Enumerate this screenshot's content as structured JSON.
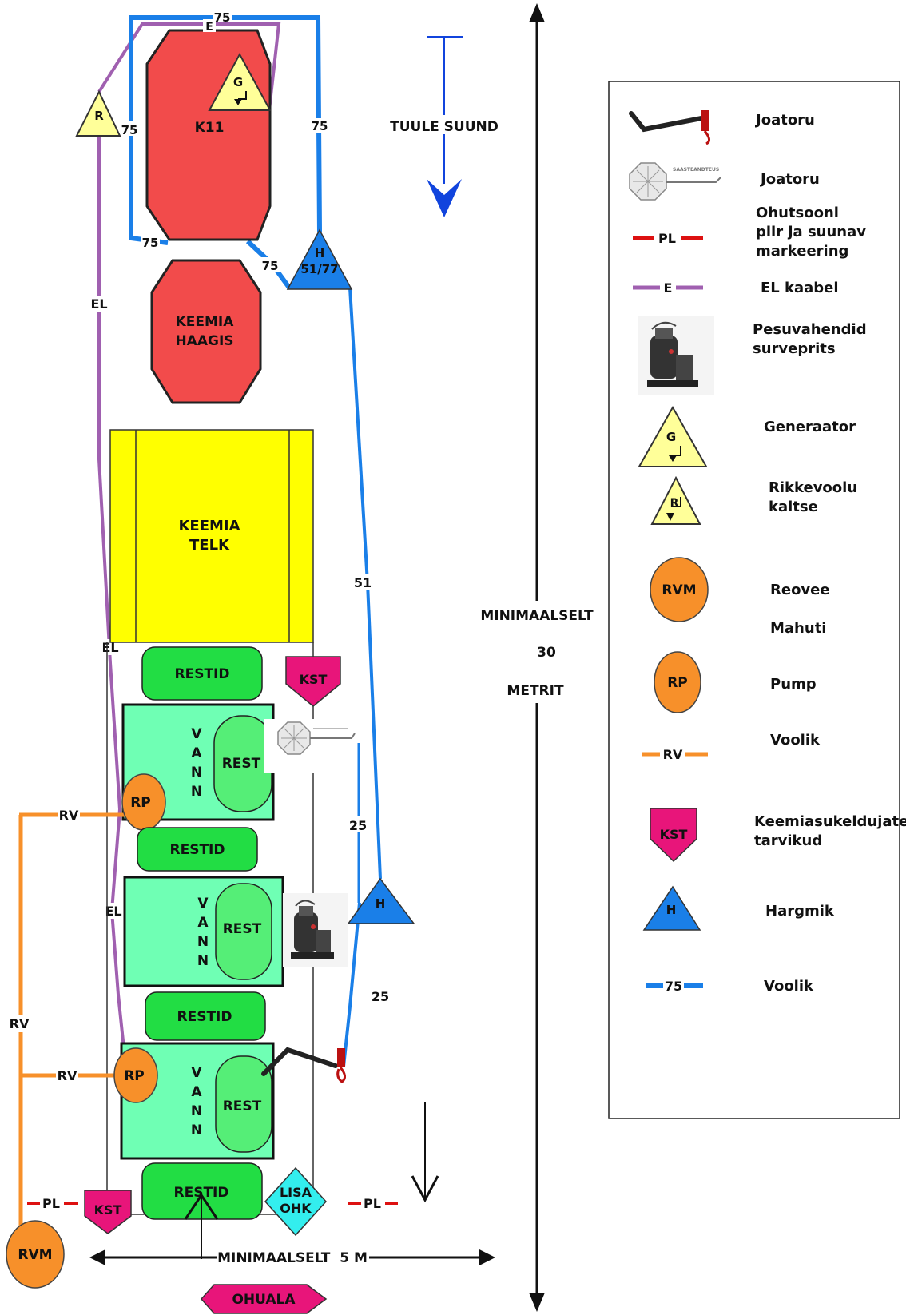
{
  "colors": {
    "tent_red": "#f24b4b",
    "tent_yellow": "#ffff00",
    "green": "#22dd44",
    "light_green": "#6fffb4",
    "rest_green": "#55ee77",
    "blue": "#1a7fe8",
    "purple": "#a060b0",
    "orange": "#f7902a",
    "magenta": "#e8157a",
    "cyan": "#33eeee",
    "arrow_blue": "#1144dd",
    "pl_red": "#dd1111"
  },
  "plan": {
    "k11": "K11",
    "keemia_haagis": [
      "KEEMIA",
      "HAAGIS"
    ],
    "keemia_telk": [
      "KEEMIA",
      "TELK"
    ],
    "tuule_suund": "TUULE SUUND",
    "minimaalselt_30": [
      "MINIMAALSELT",
      "30",
      "METRIT"
    ],
    "minimaalselt_5m": "MINIMAALSELT  5 M",
    "ohuala": "OHUALA",
    "restid": "RESTID",
    "rest": "REST",
    "vann": [
      "V",
      "A",
      "N",
      "N"
    ],
    "kst": "KST",
    "lisa_ohk": [
      "LISA",
      "OHK"
    ],
    "rp": "RP",
    "rvm": "RVM",
    "rv": "RV",
    "pl": "PL",
    "el": "EL",
    "e": "E",
    "g": "G",
    "r": "R",
    "h": "H",
    "h_51_77": [
      "H",
      "51/77"
    ],
    "hose_75": "75",
    "hose_51": "51",
    "hose_25": "25"
  },
  "legend": {
    "items": [
      {
        "icon": "spray-gun-icon",
        "label": [
          "Joatoru"
        ]
      },
      {
        "icon": "lance-icon",
        "label": [
          "Joatoru"
        ],
        "icon_text": "SAASTEANDTEUS"
      },
      {
        "icon": "pl-line-icon",
        "label": [
          "Ohutsooni",
          "piir ja suunav",
          "markeering"
        ],
        "icon_text": "PL"
      },
      {
        "icon": "el-cable-icon",
        "label": [
          "EL kaabel"
        ],
        "icon_text": "E"
      },
      {
        "icon": "pressure-washer-icon",
        "label": [
          "Pesuvahendid",
          "surveprits"
        ]
      },
      {
        "icon": "generator-icon",
        "label": [
          "Generaator"
        ],
        "icon_text": "G"
      },
      {
        "icon": "rcd-icon",
        "label": [
          "Rikkevoolu",
          "kaitse"
        ],
        "icon_text": "R"
      },
      {
        "icon": "rvm-icon",
        "label": [
          "Reovee",
          "Mahuti"
        ],
        "icon_text": "RVM"
      },
      {
        "icon": "rp-icon",
        "label": [
          "Pump"
        ],
        "icon_text": "RP"
      },
      {
        "icon": "rv-hose-icon",
        "label": [
          "Voolik"
        ],
        "icon_text": "RV"
      },
      {
        "icon": "kst-icon",
        "label": [
          "Keemiasukeldujate",
          "tarvikud"
        ],
        "icon_text": "KST"
      },
      {
        "icon": "hargmik-icon",
        "label": [
          "Hargmik"
        ],
        "icon_text": "H"
      },
      {
        "icon": "blue-hose-icon",
        "label": [
          "Voolik"
        ],
        "icon_text": "75"
      }
    ]
  }
}
